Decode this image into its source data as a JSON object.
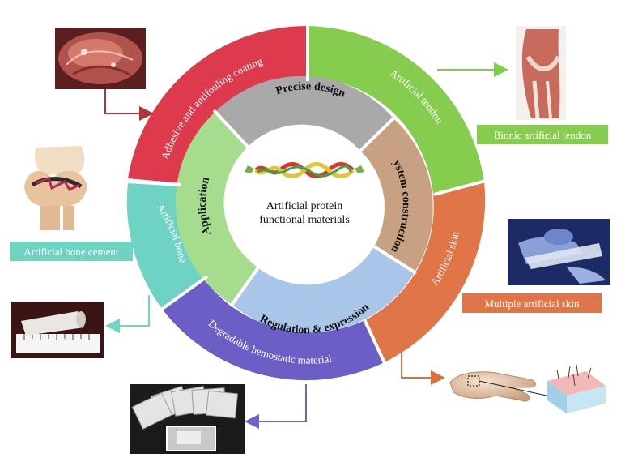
{
  "center": {
    "title_line1": "Artificial protein",
    "title_line2": "functional materials"
  },
  "inner_ring": {
    "top": "Precise design",
    "right": "system construction",
    "bottom": "Regulation & expression",
    "left": "Application"
  },
  "outer_ring": {
    "coating": "Adhesive and antifouling coating",
    "tendon": "Artificial tendon",
    "skin": "Artificial skin",
    "hemostatic": "Degradable hemostatic material",
    "bone": "Artificial bone"
  },
  "callouts": {
    "tendon": "Bionic artificial tendon",
    "bone_cement": "Artificial bone cement",
    "skin": "Multiple artificial skin"
  },
  "colors": {
    "coating": "#dd3a4d",
    "tendon": "#86cc4e",
    "skin": "#e07548",
    "hemostatic": "#6b5ec4",
    "bone": "#6fd3c4",
    "inner_top": "#a9a9a9",
    "inner_right": "#c8a082",
    "inner_bottom": "#a9c6e8",
    "inner_left": "#a6dc8d",
    "coating_arrow": "#b1333c",
    "tendon_arrow": "#7fcf4b",
    "skin_arrow": "#d8703f",
    "hemostatic_arrow": "#6e61c8",
    "bone_arrow": "#6fd6c2"
  }
}
